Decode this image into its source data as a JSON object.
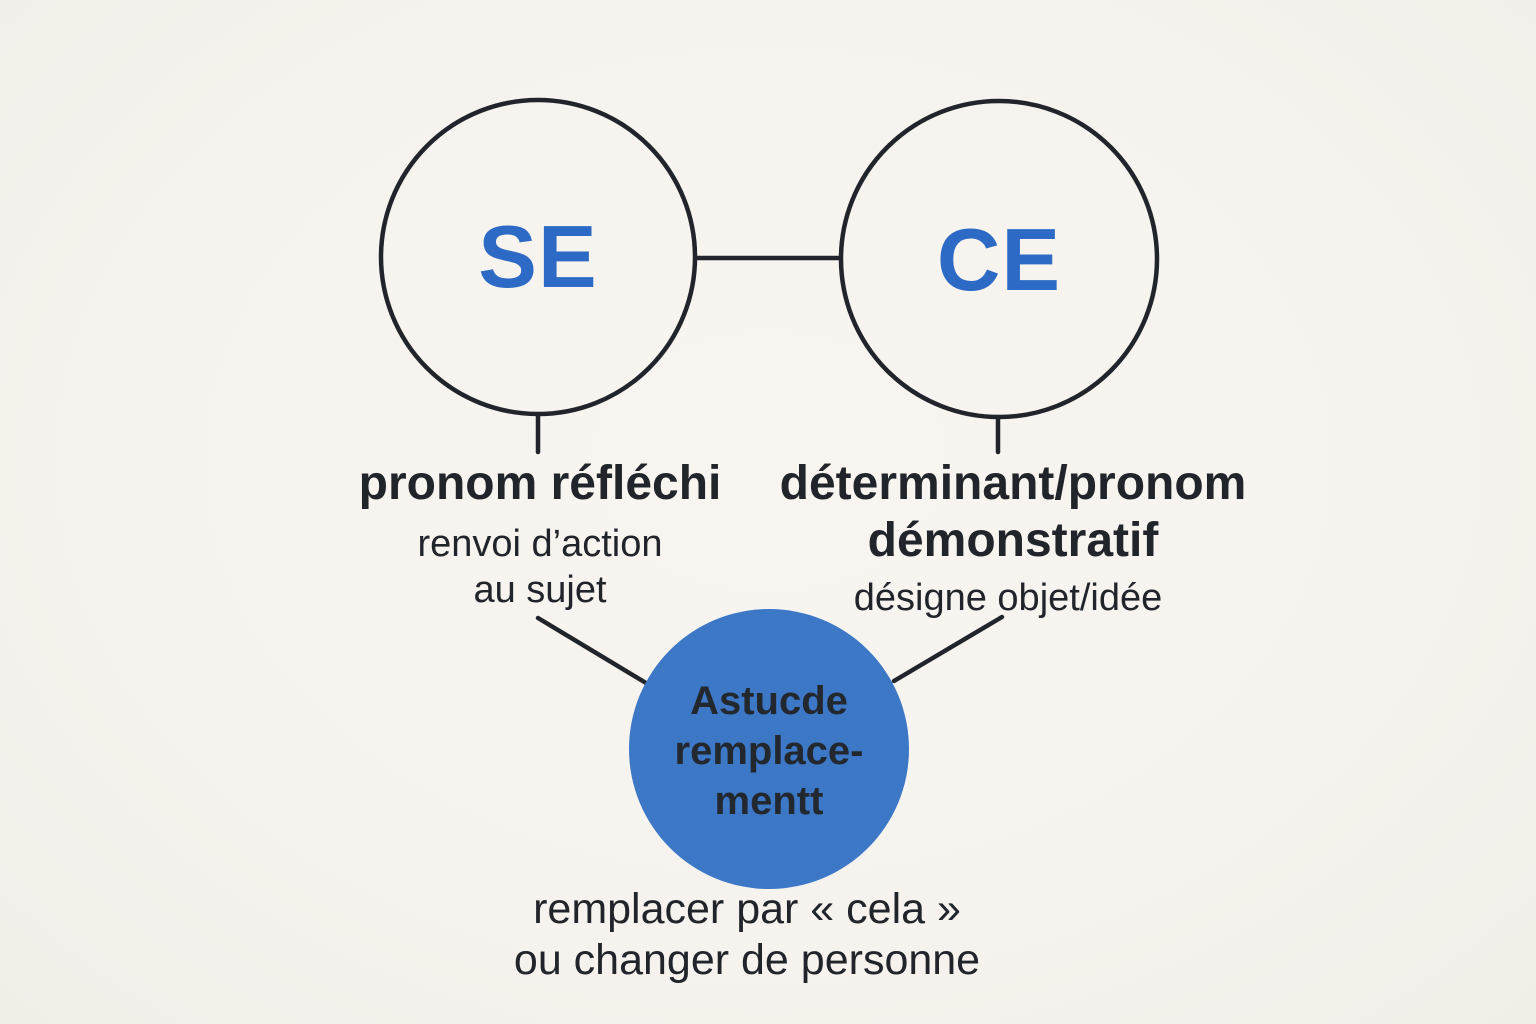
{
  "colors": {
    "background": "#f6f3ee",
    "ink": "#21252b",
    "blue_text": "#2c6ac5",
    "blue_fill": "#3d78c7"
  },
  "nodes": {
    "se": {
      "label": "SE"
    },
    "ce": {
      "label": "CE"
    }
  },
  "left_branch": {
    "title": "pronom réfléchi",
    "desc_line1": "renvoi d’action",
    "desc_line2": "au sujet"
  },
  "right_branch": {
    "title_line1": "déterminant/pronom",
    "title_line2": "démonstratif",
    "desc": "désigne objet/idée"
  },
  "center_node": {
    "line1": "Astucde",
    "line2": "remplace-",
    "line3": "mentt"
  },
  "footer": {
    "line1": "remplacer par « cela »",
    "line2": "ou changer de personne"
  }
}
